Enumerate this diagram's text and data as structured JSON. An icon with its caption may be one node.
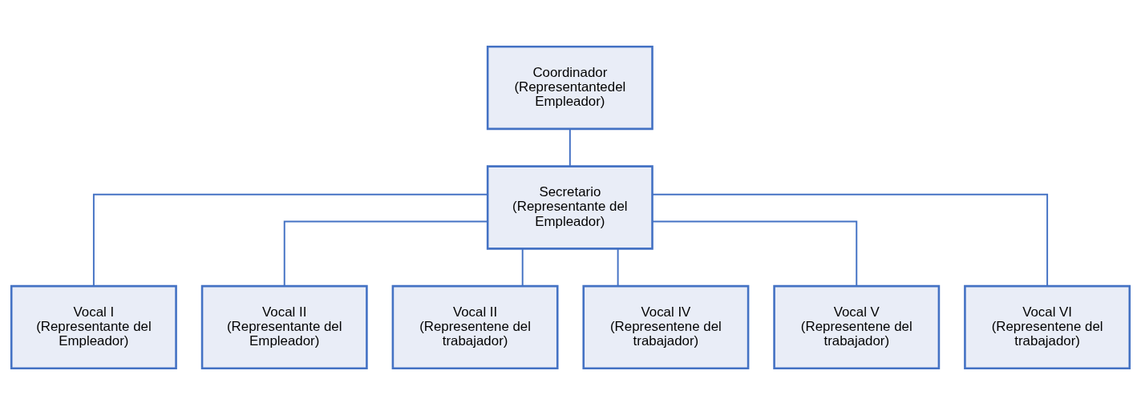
{
  "diagram": {
    "nodes": [
      {
        "text": [
          "Coordinador (Representantedel Empleador)"
        ]
      },
      {
        "text": [
          "Secretario (Representante del Empleador)"
        ]
      },
      {
        "text": [
          "Vocal I (Representante del Empleador)"
        ]
      },
      {
        "text": [
          "Vocal II (Representante del Empleador)"
        ]
      },
      {
        "text": [
          "Vocal II (Representene del trabajador)"
        ]
      },
      {
        "text": [
          "Vocal IV (Representene del trabajador)"
        ]
      },
      {
        "text": [
          "Vocal V (Representene del trabajador)"
        ]
      },
      {
        "text": [
          "Vocal VI (Representene del trabajador)"
        ]
      }
    ],
    "edges": [
      {
        "from": 0,
        "to": 1,
        "arrow": "none"
      },
      {
        "from": 1,
        "to": 2,
        "arrow": "none"
      },
      {
        "from": 1,
        "to": 3,
        "arrow": "none"
      },
      {
        "from": 1,
        "to": 4,
        "arrow": "none"
      },
      {
        "from": 1,
        "to": 5,
        "arrow": "none"
      },
      {
        "from": 1,
        "to": 6,
        "arrow": "none"
      },
      {
        "from": 1,
        "to": 7,
        "arrow": "none"
      }
    ]
  }
}
